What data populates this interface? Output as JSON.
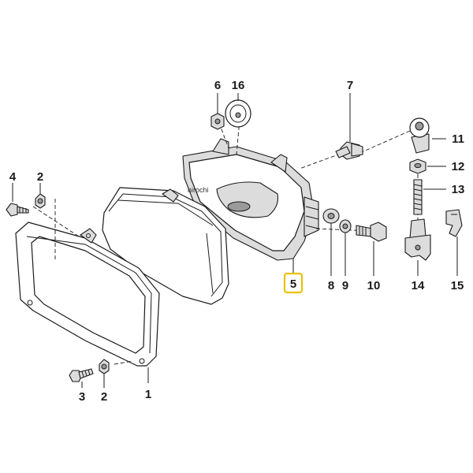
{
  "watermark": "hirochi",
  "callouts": {
    "p1": "1",
    "p2a": "2",
    "p2b": "2",
    "p3": "3",
    "p4": "4",
    "p5": "5",
    "p6": "6",
    "p7": "7",
    "p8": "8",
    "p9": "9",
    "p10": "10",
    "p11": "11",
    "p12": "12",
    "p13": "13",
    "p14": "14",
    "p15": "15",
    "p16": "16"
  },
  "highlighted_part": "5",
  "colors": {
    "highlight": "#e8c200",
    "line": "#1a1a1a"
  }
}
